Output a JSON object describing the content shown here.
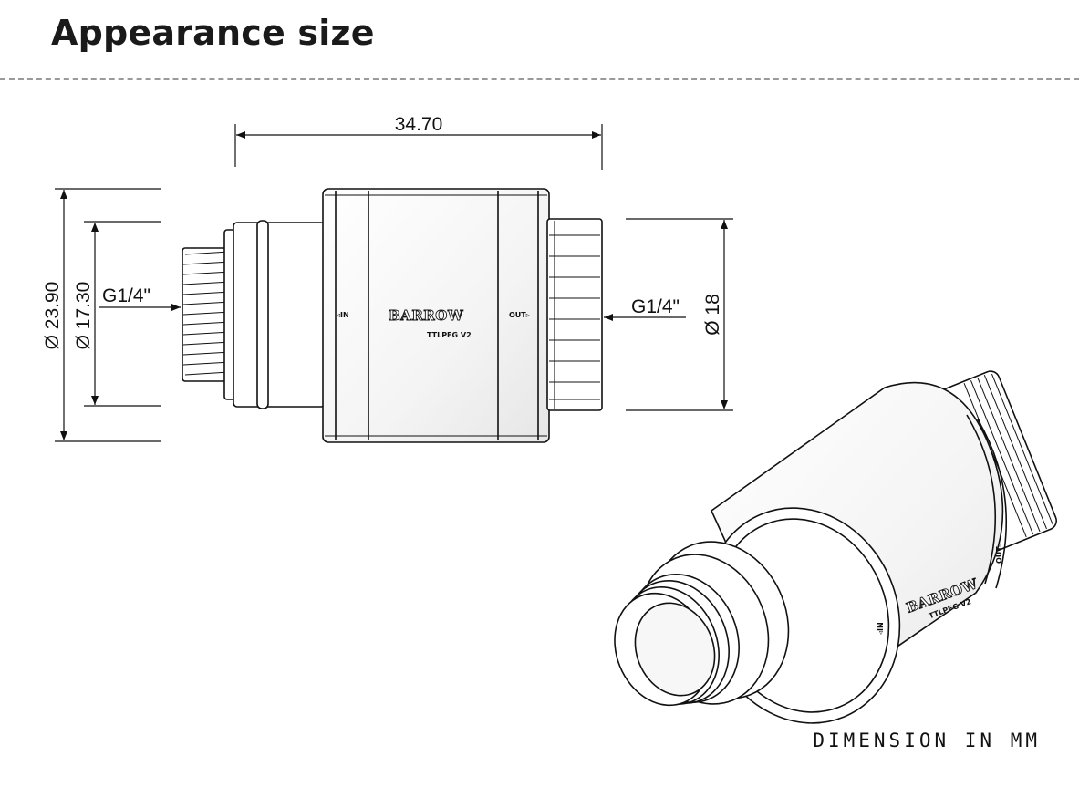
{
  "title": "Appearance size",
  "dimensions": {
    "overall_length": "34.70",
    "outer_diameter": "23.90",
    "inner_diameter": "17.30",
    "outlet_diameter": "18",
    "diameter_symbol": "Ø",
    "thread_in": "G1/4\"",
    "thread_out": "G1/4\""
  },
  "product": {
    "brand": "BARROW",
    "model": "TTLPFG V2",
    "label_in": "◃IN",
    "label_out": "OUT▹"
  },
  "footer": "DIMENSION IN MM"
}
